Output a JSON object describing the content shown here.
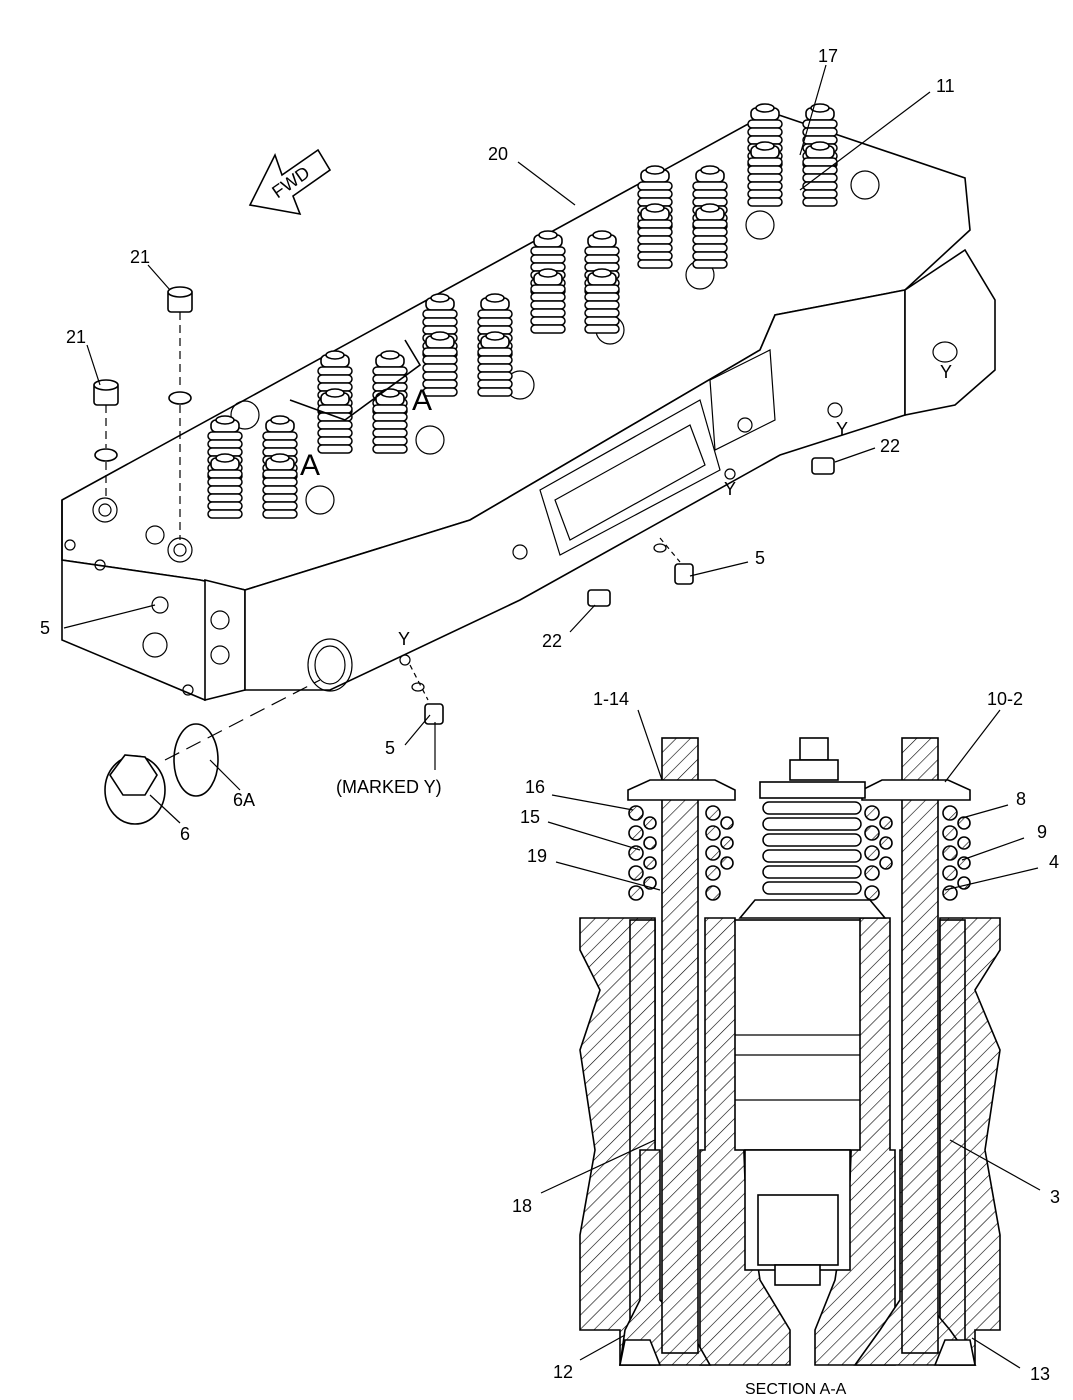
{
  "diagram": {
    "section_caption": "SECTION A-A",
    "fwd_label": "FWD",
    "marked_note": "(MARKED Y)",
    "section_markers": [
      "A",
      "A"
    ],
    "y_markers": [
      "Y",
      "Y",
      "Y",
      "Y"
    ],
    "callouts": {
      "c17": "17",
      "c11": "11",
      "c20": "20",
      "c21a": "21",
      "c21b": "21",
      "c22a": "22",
      "c22b": "22",
      "c5a": "5",
      "c5b": "5",
      "c5c": "5",
      "c6": "6",
      "c6a": "6A",
      "c1_14": "1-14",
      "c10_2": "10-2",
      "c16": "16",
      "c15": "15",
      "c19": "19",
      "c8": "8",
      "c9": "9",
      "c4": "4",
      "c18": "18",
      "c3": "3",
      "c12": "12",
      "c13": "13"
    }
  }
}
